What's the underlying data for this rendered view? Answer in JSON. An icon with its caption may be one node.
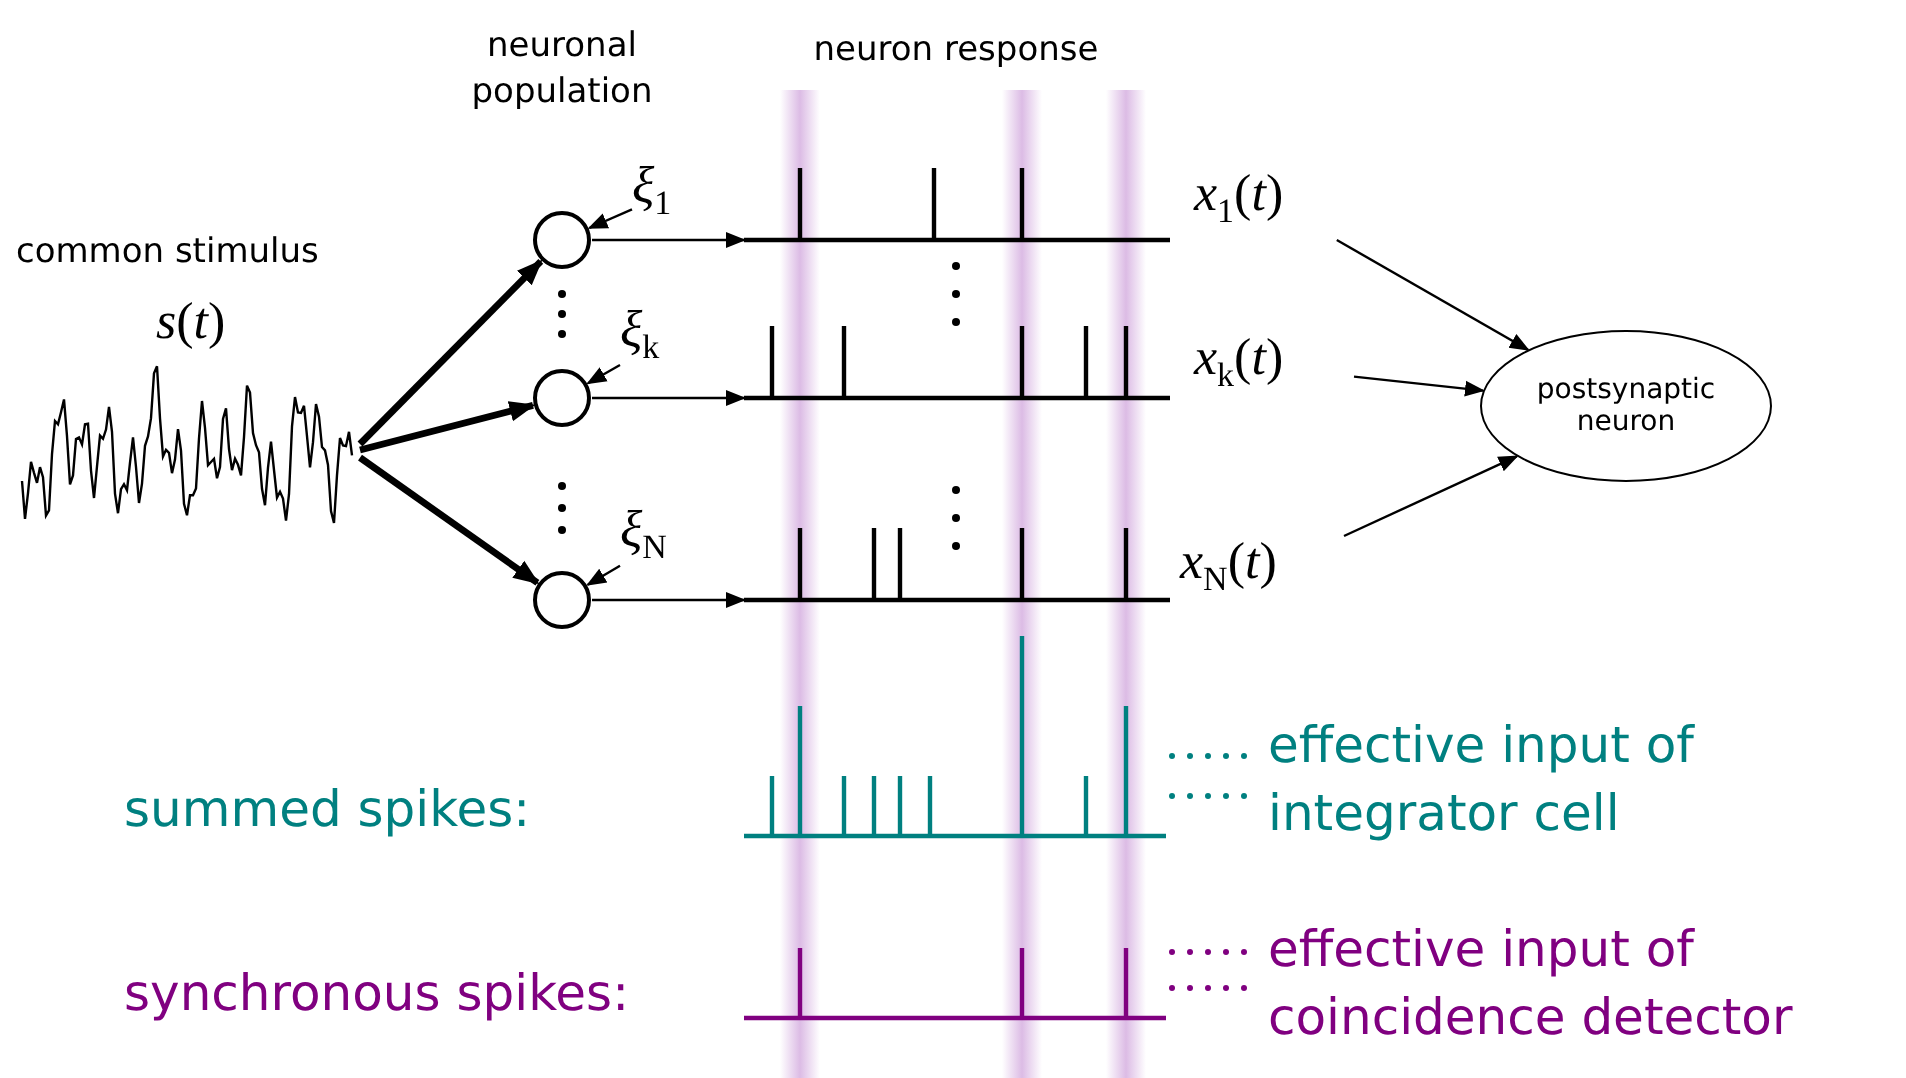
{
  "diagram": {
    "nodes": [
      {
        "text": [
          "common stimulus",
          "*s*(*t*)"
        ]
      },
      {
        "text": [],
        "shape": "circle"
      },
      {
        "text": [],
        "shape": "circle"
      },
      {
        "text": [],
        "shape": "circle"
      },
      {
        "text": [
          "*ξ*$_{1}$"
        ]
      },
      {
        "text": [
          "*ξ*$_{k}$"
        ]
      },
      {
        "text": [
          "*ξ*$_{N}$"
        ]
      },
      {
        "text": [],
        "shape": "picture"
      },
      {
        "text": [],
        "shape": "picture"
      },
      {
        "text": [],
        "shape": "picture"
      },
      {
        "text": [
          "*x*$_{1}$(*t*)"
        ]
      },
      {
        "text": [
          "*x*$_{k}$(*t*)"
        ]
      },
      {
        "text": [
          "*x*$_{N}$(*t*)"
        ]
      },
      {
        "text": [
          "postsynaptic neuron"
        ]
      }
    ],
    "edges": [
      {
        "from": 0,
        "to": 1,
        "arrow": "to",
        "style": "thick"
      },
      {
        "from": 0,
        "to": 2,
        "arrow": "to",
        "style": "thick"
      },
      {
        "from": 0,
        "to": 3,
        "arrow": "to",
        "style": "thick"
      },
      {
        "from": 4,
        "to": 1,
        "arrow": "to"
      },
      {
        "from": 5,
        "to": 2,
        "arrow": "to"
      },
      {
        "from": 6,
        "to": 3,
        "arrow": "to"
      },
      {
        "from": 1,
        "to": 7,
        "arrow": "to"
      },
      {
        "from": 2,
        "to": 8,
        "arrow": "to"
      },
      {
        "from": 3,
        "to": 9,
        "arrow": "to"
      },
      {
        "from": 10,
        "to": 13,
        "arrow": "to"
      },
      {
        "from": 11,
        "to": 13,
        "arrow": "to"
      },
      {
        "from": 12,
        "to": 13,
        "arrow": "to"
      }
    ],
    "labels": [
      "neuronal population",
      "neuron response",
      "summed spikes:",
      "effective input of integrator cell",
      "synchronous spikes:",
      "effective input of coincidence detector"
    ]
  }
}
